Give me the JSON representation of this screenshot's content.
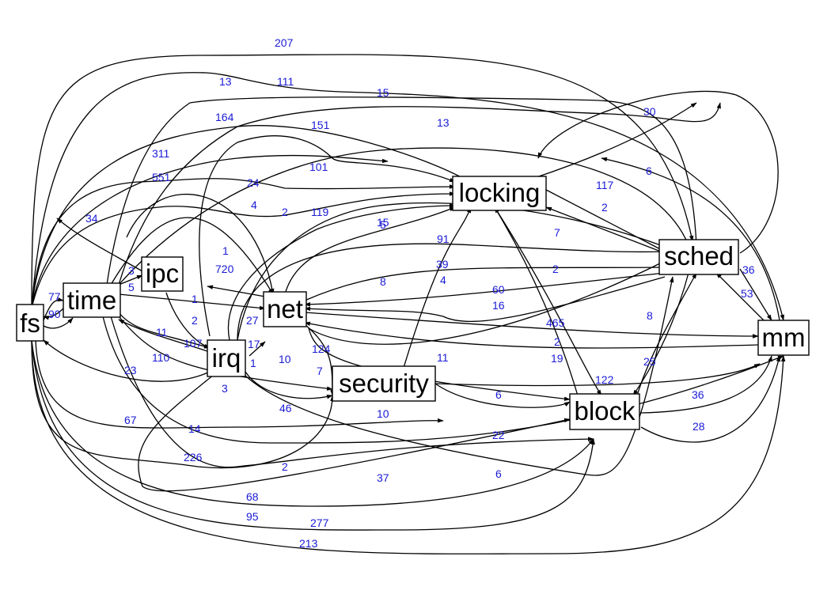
{
  "nodes": {
    "fs": "fs",
    "time": "time",
    "ipc": "ipc",
    "irq": "irq",
    "net": "net",
    "security": "security",
    "locking": "locking",
    "sched": "sched",
    "mm": "mm",
    "block": "block"
  },
  "edge_labels": {
    "l207": "207",
    "l13a": "13",
    "l111": "111",
    "l15a": "15",
    "l164": "164",
    "l151": "151",
    "l13b": "13",
    "l30": "30",
    "l311": "311",
    "l101": "101",
    "l551": "551",
    "l24": "24",
    "l6a": "6",
    "l117": "117",
    "l34": "34",
    "l4a": "4",
    "l2a": "2",
    "l119": "119",
    "l15b": "15",
    "l2b": "2",
    "l5a": "5",
    "l7a": "7",
    "l91": "91",
    "l1a": "1",
    "l39": "39",
    "l720": "720",
    "l3a": "3",
    "l5b": "5",
    "l2c": "2",
    "l36a": "36",
    "l8a": "8",
    "l4b": "4",
    "l77": "77",
    "l90": "90",
    "l60": "60",
    "l53": "53",
    "l1b": "1",
    "l16": "16",
    "l2d": "2",
    "l465": "465",
    "l27": "27",
    "l8b": "8",
    "l11a": "11",
    "l107": "107",
    "l17": "17",
    "l2e": "2",
    "l124": "124",
    "l110": "110",
    "l1c": "1",
    "l10a": "10",
    "l11b": "11",
    "l19": "19",
    "l25": "25",
    "l7b": "7",
    "l23": "23",
    "l3b": "3",
    "l122": "122",
    "l6b": "6",
    "l36b": "36",
    "l46": "46",
    "l10b": "10",
    "l67": "67",
    "l14": "14",
    "l28": "28",
    "l22": "22",
    "l226": "226",
    "l2f": "2",
    "l6c": "6",
    "l37": "37",
    "l68": "68",
    "l95": "95",
    "l277": "277",
    "l213": "213"
  },
  "colors": {
    "edge": "#000000",
    "label": "#1a1ad6",
    "node_border": "#000000"
  }
}
